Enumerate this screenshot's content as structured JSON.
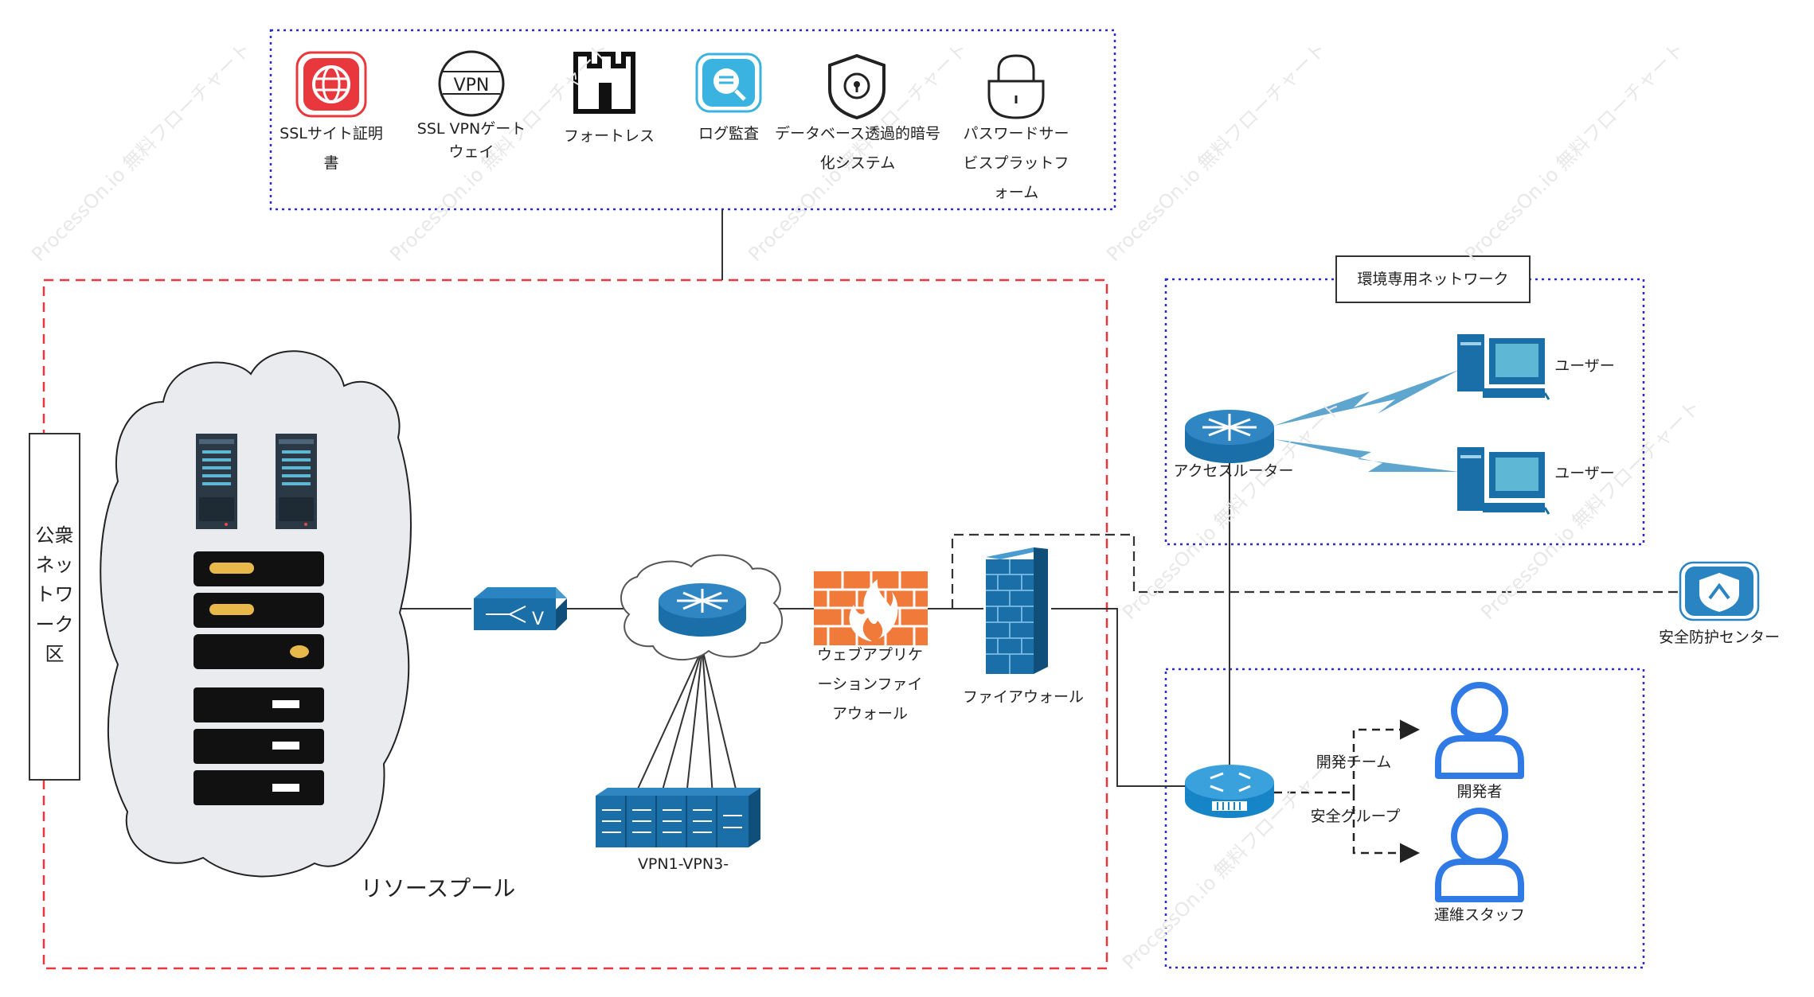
{
  "watermark": "ProcessOn.io 無料フローチャート",
  "top_tools": {
    "items": [
      {
        "label": "SSLサイト証明書",
        "icon": "ssl-globe-icon"
      },
      {
        "label": "SSL VPNゲート\nウェイ",
        "icon": "vpn-gateway-icon",
        "icon_text": "VPN"
      },
      {
        "label": "フォートレス",
        "icon": "fortress-icon"
      },
      {
        "label": "ログ監査",
        "icon": "log-audit-icon"
      },
      {
        "label": "データベース透過的暗号\n化システム",
        "icon": "db-encryption-shield-icon"
      },
      {
        "label": "パスワードサー\nビスプラットフ\nォーム",
        "icon": "password-lock-icon"
      }
    ]
  },
  "public_network": {
    "label": "公衆\nネッ\nトワ\nーク\n区"
  },
  "resource_pool": {
    "label": "リソースプール"
  },
  "devices": {
    "vpn_label": "VPN1-VPN3-",
    "waf_label": "ウェブアプリケ\nーションファイ\nアウォール",
    "firewall_label": "ファイアウォール",
    "access_router_label": "アクセスルーター",
    "security_center_label": "安全防护センター"
  },
  "env_network": {
    "title": "環境専用ネットワーク",
    "users": [
      "ユーザー",
      "ユーザー"
    ]
  },
  "team_zone": {
    "dev_team_label": "開発チーム",
    "security_group_label": "安全グループ",
    "developer_label": "開発者",
    "ops_staff_label": "運維スタッフ"
  },
  "colors": {
    "red_dashed": "#e8383d",
    "blue_dotted": "#2b2bd6",
    "device_blue": "#1a6fa8",
    "firewall_orange": "#f07a3a",
    "person_blue": "#2f7ae5",
    "cloud_fill": "#e9ebee",
    "ssl_red": "#e8383d",
    "log_cyan": "#3bb3e0",
    "lightning": "#5fa6cf"
  }
}
